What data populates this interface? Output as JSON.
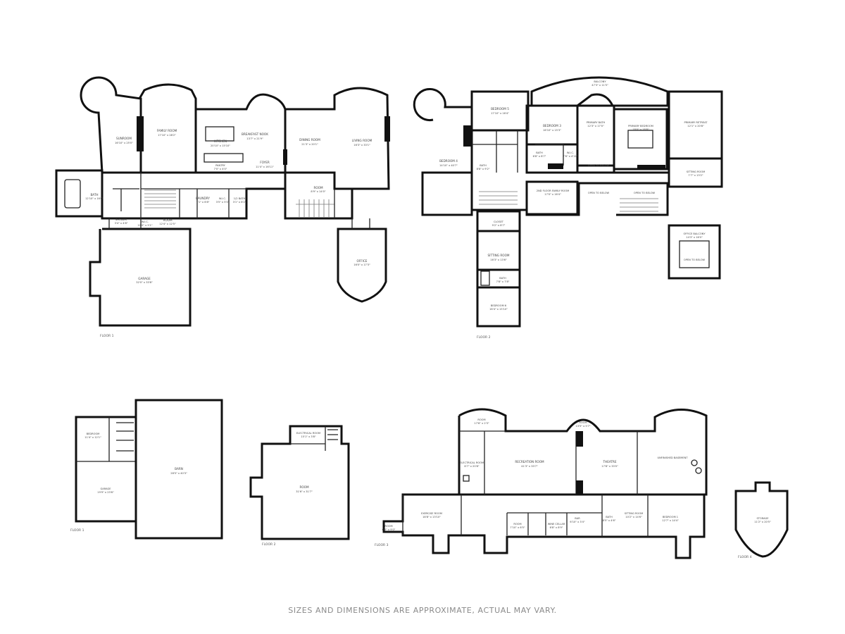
{
  "disclaimer": "SIZES AND DIMENSIONS ARE APPROXIMATE, ACTUAL MAY VARY.",
  "floors": {
    "floor1": {
      "label": "FLOOR 1",
      "rooms": {
        "sunroom": [
          "SUNROOM",
          "16'10\" x 25'0\""
        ],
        "family": [
          "FAMILY ROOM",
          "17'10\" x 28'2\""
        ],
        "kitchen": [
          "KITCHEN",
          "20'10\" x 15'10\""
        ],
        "breakfast": [
          "BREAKFAST NOOK",
          "13'7\" x 21'9\""
        ],
        "pantry": [
          "PANTRY",
          "7'0\" x 4'0\""
        ],
        "foyer": [
          "FOYER",
          "11'4\" x 16'11\""
        ],
        "dining": [
          "DINING ROOM",
          "21'3\" x 20'1\""
        ],
        "living": [
          "LIVING ROOM",
          "16'3\" x 33'1\""
        ],
        "bath": [
          "BATH",
          "12'10\" x 16'0\""
        ],
        "laundry": [
          "LAUNDRY",
          "7'1\" x 6'8\""
        ],
        "wic": [
          "W.I.C.",
          "3'5\" x 5'0\""
        ],
        "halfbath": [
          "1/2 BATH",
          "3'1\" x 6'2\""
        ],
        "shower": [
          "SHOWER",
          "3'4\" x 4'8\""
        ],
        "wic2": [
          "W.I.C.",
          "10'0\" x 5'1\""
        ],
        "room_a": [
          "ROOM",
          "12'4\" x 12'5\""
        ],
        "room_b": [
          "ROOM",
          "8'9\" x 14'0\""
        ],
        "office": [
          "OFFICE",
          "16'0\" x 17'3\""
        ],
        "garage": [
          "GARAGE",
          "32'0\" x 33'8\""
        ]
      }
    },
    "floor2": {
      "label": "FLOOR 2",
      "rooms": {
        "balcony": [
          "BALCONY",
          "47'3\" x 11'5\""
        ],
        "bed5": [
          "BEDROOM 5",
          "17'10\" x 16'4\""
        ],
        "bed3": [
          "BEDROOM 3",
          "16'10\" x 15'3\""
        ],
        "pbath": [
          "PRIMARY BATH",
          "12'3\" x 17'0\""
        ],
        "pbed": [
          "PRIMARY BEDROOM",
          "18'0\" x 18'8\""
        ],
        "pretreat": [
          "PRIMARY RETREAT",
          "12'1\" x 20'8\""
        ],
        "bed4": [
          "BEDROOM 4",
          "14'10\" x 40'7\""
        ],
        "bath_a": [
          "BATH",
          "8'8\" x 9'2\""
        ],
        "wic": [
          "W.I.C.",
          "7'6\" x 4'11\""
        ],
        "bath_b": [
          "BATH",
          "6'8\" x 8'7\""
        ],
        "open1": [
          "OPEN TO BELOW",
          ""
        ],
        "sitting": [
          "SITTING ROOM",
          "7'7\" x 13'2\""
        ],
        "family2": [
          "2ND FLOOR FAMILY ROOM",
          "17'0\" x 16'4\""
        ],
        "open2": [
          "OPEN TO BELOW",
          ""
        ],
        "open3": [
          "OPEN TO BELOW",
          ""
        ],
        "closet": [
          "CLOSET",
          "9'2\" x 8'7\""
        ],
        "office_bal": [
          "OFFICE BALCONY",
          "14'3\" x 16'0\""
        ],
        "open4": [
          "OPEN TO BELOW",
          ""
        ],
        "sitting2": [
          "SITTING ROOM",
          "16'3\" x 13'6\""
        ],
        "bath_c": [
          "BATH",
          "7'8\" x 7'8\""
        ],
        "bed6": [
          "BEDROOM 6",
          "16'4\" x 15'10\""
        ]
      }
    },
    "floor_garage": {
      "label": "FLOOR 1",
      "rooms": {
        "bedroom": [
          "BEDROOM",
          "11'4\" x 12'1\""
        ],
        "garage": [
          "GARAGE",
          "19'9\" x 23'6\""
        ],
        "barn": [
          "BARN",
          "28'5\" x 40'3\""
        ]
      }
    },
    "floor_room": {
      "label": "FLOOR 2",
      "rooms": {
        "elec": [
          "ELECTRICAL ROOM",
          "15'1\" x 3'8\""
        ],
        "room": [
          "ROOM",
          "31'6\" x 31'7\""
        ]
      }
    },
    "floor_lower": {
      "label": "FLOOR 3",
      "rooms": {
        "room_a": [
          "ROOM",
          "17'6\" x 2'3\""
        ],
        "room_b": [
          "ROOM",
          "13'5\" x 5'7\""
        ],
        "elec": [
          "ELECTRICAL ROOM",
          "8'7\" x 20'8\""
        ],
        "rec": [
          "RECREATION ROOM",
          "41'3\" x 33'7\""
        ],
        "theatre": [
          "THEATRE",
          "17'8\" x 33'0\""
        ],
        "unfinished": [
          "UNFINISHED BASEMENT",
          ""
        ],
        "exercise": [
          "EXERCISE ROOM",
          "18'8\" x 13'10\""
        ],
        "room_c": [
          "ROOM",
          "7'10\" x 6'5\""
        ],
        "room_d": [
          "ROOM",
          "6'5\" x 9'0\""
        ],
        "wine": [
          "WINE CELLAR",
          "6'8\" x 8'9\""
        ],
        "bar": [
          "BAR",
          "6'10\" x 3'4\""
        ],
        "bath": [
          "BATH",
          "8'5\" x 4'6\""
        ],
        "sitting": [
          "SITTING ROOM",
          "10'2\" x 14'6\""
        ],
        "bed1": [
          "BEDROOM 1",
          "12'7\" x 14'4\""
        ]
      }
    },
    "floor_cupola": {
      "label": "FLOOR 4",
      "rooms": {
        "storage": [
          "STORAGE",
          "11'2\" x 20'5\""
        ]
      }
    }
  }
}
